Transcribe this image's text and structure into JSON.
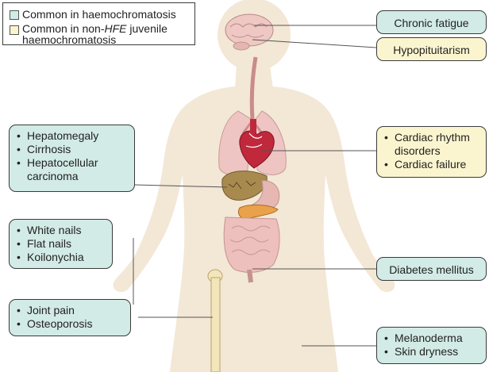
{
  "legend": {
    "haemochromatosis": "Common in haemochromatosis",
    "juvenile_prefix": "Common in non-",
    "juvenile_italic": "HFE",
    "juvenile_suffix": " juvenile",
    "juvenile_line2": "haemochromatosis"
  },
  "colors": {
    "teal": "#d2ebe6",
    "cream": "#fbf5cf",
    "body_skin": "#f3e7d6",
    "organ_pink": "#eec5c2",
    "heart_red": "#c0283c",
    "liver_brown": "#a98a4e",
    "bone": "#f2e6ba"
  },
  "boxes": {
    "chronic_fatigue": "Chronic fatigue",
    "hypopituitarism": "Hypopituitarism",
    "liver": [
      "Hepatomegaly",
      "Cirrhosis",
      "Hepatocellular carcinoma"
    ],
    "heart": [
      "Cardiac rhythm disorders",
      "Cardiac failure"
    ],
    "nails": [
      "White nails",
      "Flat nails",
      "Koilonychia"
    ],
    "diabetes": "Diabetes mellitus",
    "joints": [
      "Joint pain",
      "Osteoporosis"
    ],
    "skin": [
      "Melanoderma",
      "Skin dryness"
    ]
  }
}
